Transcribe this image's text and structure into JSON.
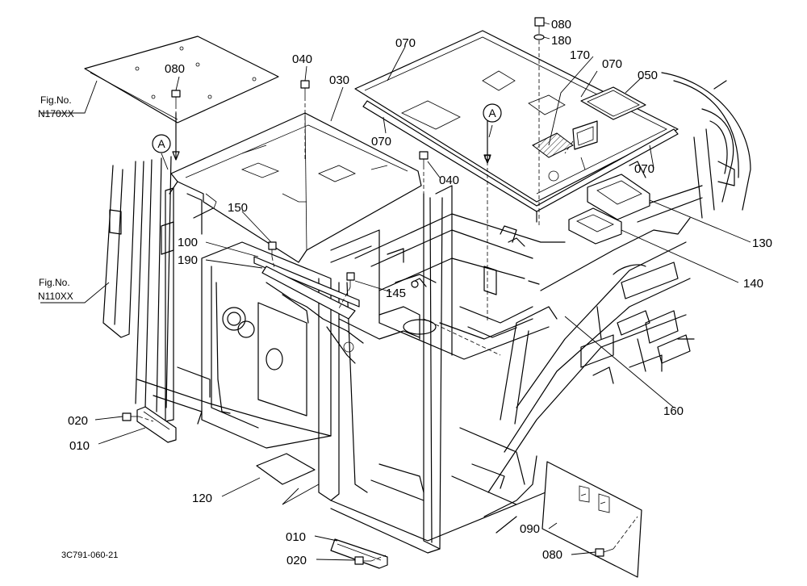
{
  "figure_code": "3C791-060-21",
  "references": [
    {
      "id": "fig-n170xx",
      "line1": "Fig.No.",
      "line2": "N170XX"
    },
    {
      "id": "fig-n110xx",
      "line1": "Fig.No.",
      "line2": "N110XX"
    }
  ],
  "view_markers": [
    {
      "id": "a-left",
      "text": "A"
    },
    {
      "id": "a-right",
      "text": "A"
    }
  ],
  "parts": [
    {
      "id": "080-top-left",
      "num": "080"
    },
    {
      "id": "040-top",
      "num": "040"
    },
    {
      "id": "030",
      "num": "030"
    },
    {
      "id": "070-top",
      "num": "070"
    },
    {
      "id": "080-top-right",
      "num": "080"
    },
    {
      "id": "180",
      "num": "180"
    },
    {
      "id": "170",
      "num": "170"
    },
    {
      "id": "070-right-top",
      "num": "070"
    },
    {
      "id": "050",
      "num": "050"
    },
    {
      "id": "070-left",
      "num": "070"
    },
    {
      "id": "070-right",
      "num": "070"
    },
    {
      "id": "040-mid",
      "num": "040"
    },
    {
      "id": "150",
      "num": "150"
    },
    {
      "id": "100",
      "num": "100"
    },
    {
      "id": "190",
      "num": "190"
    },
    {
      "id": "145",
      "num": "145"
    },
    {
      "id": "130",
      "num": "130"
    },
    {
      "id": "140",
      "num": "140"
    },
    {
      "id": "160",
      "num": "160"
    },
    {
      "id": "020-left",
      "num": "020"
    },
    {
      "id": "010-left",
      "num": "010"
    },
    {
      "id": "120",
      "num": "120"
    },
    {
      "id": "090",
      "num": "090"
    },
    {
      "id": "010-bottom",
      "num": "010"
    },
    {
      "id": "020-bottom",
      "num": "020"
    },
    {
      "id": "080-bottom",
      "num": "080"
    }
  ]
}
